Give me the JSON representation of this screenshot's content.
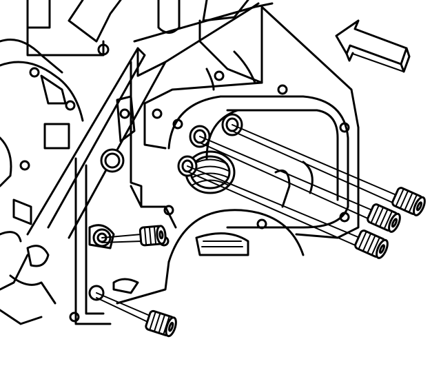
{
  "diagram": {
    "background": "#ffffff",
    "line_color": "#000000",
    "arrow_icon": "direction-arrow-icon",
    "plugs": [
      {
        "name": "plug-upper-right-1"
      },
      {
        "name": "plug-upper-right-2"
      },
      {
        "name": "plug-upper-right-3"
      },
      {
        "name": "plug-middle-left"
      },
      {
        "name": "plug-bottom-left"
      }
    ]
  }
}
